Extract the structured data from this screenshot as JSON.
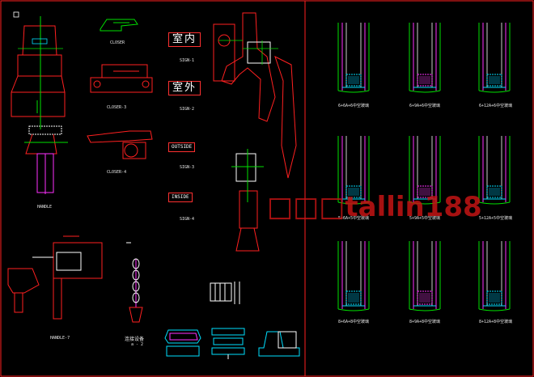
{
  "colors": {
    "background": "#000000",
    "red": "#ff2020",
    "green": "#00e000",
    "cyan": "#00e0ff",
    "magenta": "#ff30ff",
    "white": "#ffffff",
    "watermark": "#c41414"
  },
  "labels": {
    "closer1": "CLOSER",
    "closer2": "CLOSER-3",
    "closer3": "CLOSER-4",
    "handle1": "HANDLE",
    "handle2": "HANDLE-7",
    "sign_in": "室内",
    "sign_out": "室外",
    "sign_in_code": "SIGN-1",
    "sign_out_code": "SIGN-2",
    "outside_box": "OUTSIDE",
    "outside_code": "SIGN-3",
    "inside_box": "INSIDE",
    "inside_code": "SIGN-4",
    "chain_label": "连接设备",
    "chain_sub": "a - 2",
    "glazing": [
      "6+6A+6中空玻璃",
      "6+9A+6中空玻璃",
      "6+12A+6中空玻璃",
      "5+6A+5中空玻璃",
      "5+9A+5中空玻璃",
      "5+12A+5中空玻璃",
      "8+6A+8中空玻璃",
      "8+9A+8中空玻璃",
      "8+12A+8中空玻璃"
    ]
  },
  "watermark": "□□□tallin188"
}
